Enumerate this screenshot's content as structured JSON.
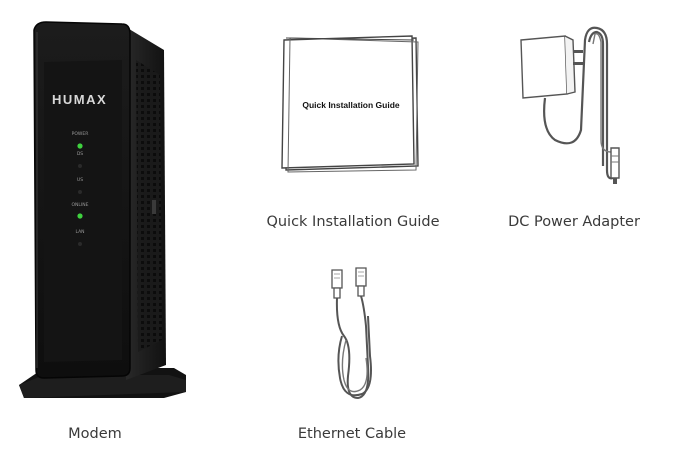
{
  "items": {
    "modem": {
      "brand": "HUMAX",
      "led_labels": [
        "POWER",
        "DS",
        "US",
        "ONLINE",
        "LAN"
      ],
      "caption": "Modem"
    },
    "guide": {
      "cover_title": "Quick Installation Guide",
      "caption": "Quick Installation Guide"
    },
    "adapter": {
      "caption": "DC Power Adapter"
    },
    "ethernet": {
      "caption": "Ethernet Cable"
    }
  },
  "colors": {
    "led_green": "#3fd13f",
    "modem_body": "#1b1b1b",
    "line_art": "#555555"
  }
}
